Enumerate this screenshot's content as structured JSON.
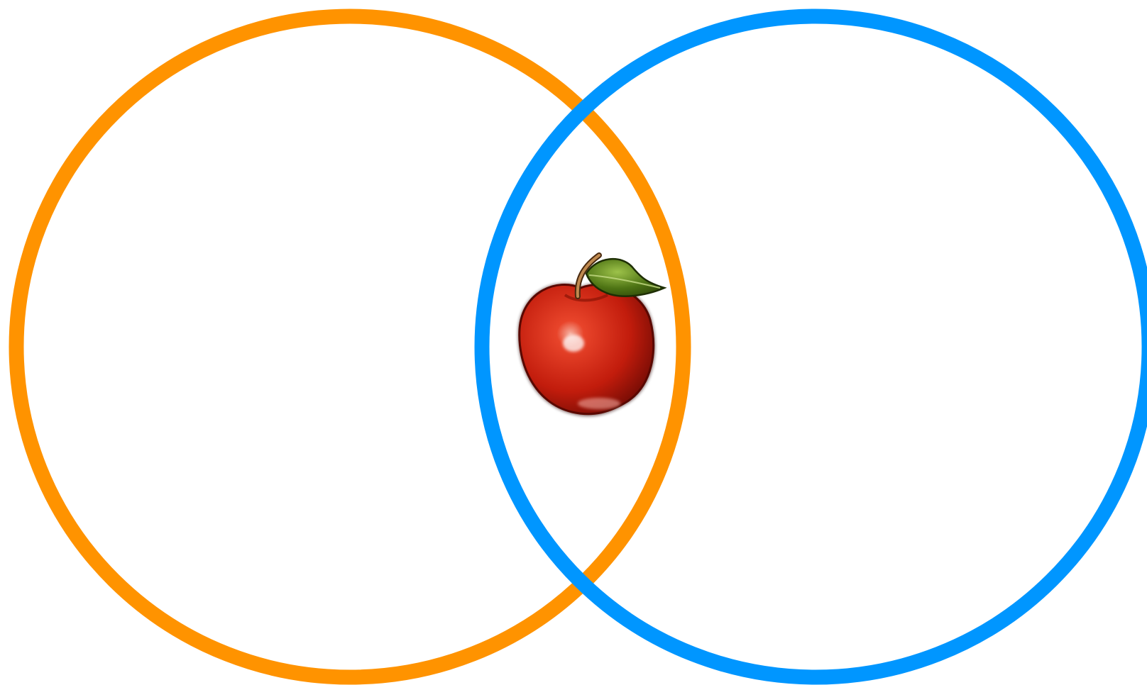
{
  "venn": {
    "sets": [
      {
        "id": "left",
        "color": "#FF9300"
      },
      {
        "id": "right",
        "color": "#0096FF"
      }
    ],
    "items": [
      {
        "id": "apple",
        "icon": "apple-icon",
        "region": "intersection"
      }
    ]
  },
  "colors": {
    "background": "#FFFFFF",
    "apple_body": "#C8200E",
    "apple_leaf": "#4A6A10",
    "apple_stem": "#A86A32"
  }
}
